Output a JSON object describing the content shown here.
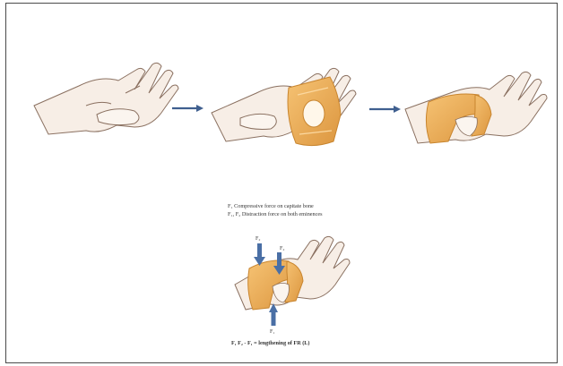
{
  "legend": {
    "line1": "F₁ Compressive force on capitate bone",
    "line2": "F₁, F₂ Distraction force on both eminences"
  },
  "forces": {
    "f2_left": "F₂",
    "f2_right": "F₂",
    "f1_bottom": "F₁"
  },
  "equation": "F₁ F₂ - F₁ = lengthening of FR (L)",
  "colors": {
    "skin": "#f7eee6",
    "outline": "#8a7060",
    "tape": "#f0b35a",
    "tape_dark": "#d8913a",
    "arrow": "#4a6fa5"
  },
  "icons": {
    "step_arrow": "right-arrow-icon",
    "force_arrow": "force-arrow-icon"
  }
}
